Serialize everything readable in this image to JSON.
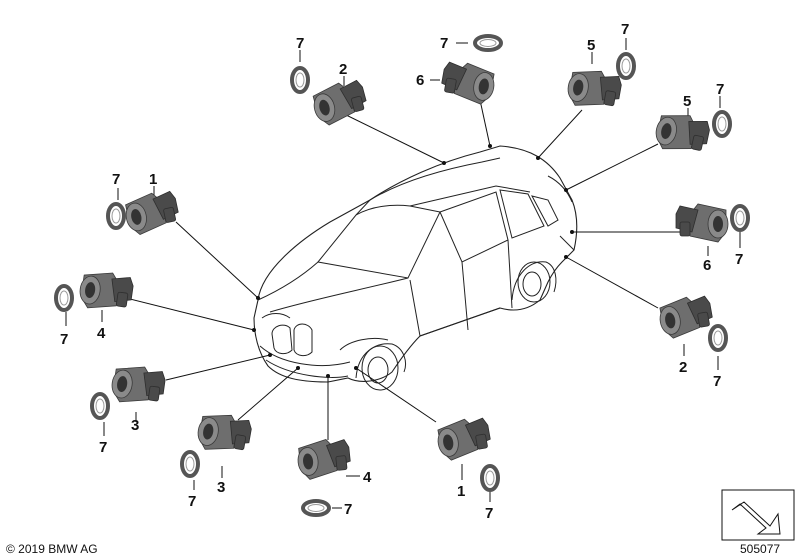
{
  "callouts": {
    "c1a": "1",
    "c1b": "1",
    "c2a": "2",
    "c2b": "2",
    "c3a": "3",
    "c3b": "3",
    "c4a": "4",
    "c4b": "4",
    "c5a": "5",
    "c5b": "5",
    "c6a": "6",
    "c6b": "6",
    "c7a": "7",
    "c7b": "7",
    "c7c": "7",
    "c7d": "7",
    "c7e": "7",
    "c7f": "7",
    "c7g": "7",
    "c7h": "7",
    "c7i": "7",
    "c7j": "7",
    "c7k": "7",
    "c7l": "7"
  },
  "footer": {
    "copyright": "© 2019 BMW AG",
    "diagram_number": "505077"
  }
}
